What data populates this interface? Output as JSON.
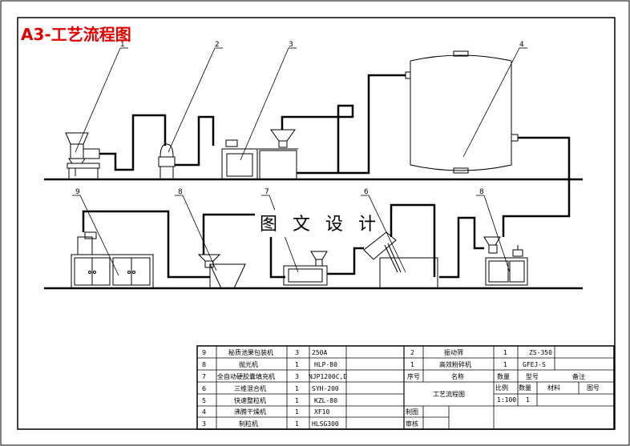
{
  "title": "A3-工艺流程图",
  "watermark": "图 文 设 计",
  "callouts_top": [
    "1",
    "2",
    "3",
    "4"
  ],
  "callouts_bottom": [
    "9",
    "8",
    "7",
    "6",
    "8"
  ],
  "colors": {
    "title": "#e00000",
    "line": "#000000",
    "pipe": "#000000"
  },
  "bom_left": [
    {
      "no": "9",
      "name": "秘质池果包装机",
      "qty": "3",
      "model": "250A"
    },
    {
      "no": "8",
      "name": "抛光机",
      "qty": "1",
      "model": "HLP-80"
    },
    {
      "no": "7",
      "name": "全自动硬胶囊填充机",
      "qty": "3",
      "model": "NJP1200C,D"
    },
    {
      "no": "6",
      "name": "三维混合机",
      "qty": "1",
      "model": "SYH-200"
    },
    {
      "no": "5",
      "name": "快速整粒机",
      "qty": "1",
      "model": "KZL-80"
    },
    {
      "no": "4",
      "name": "沸腾干燥机",
      "qty": "1",
      "model": "XF10"
    },
    {
      "no": "3",
      "name": "制粒机",
      "qty": "1",
      "model": "HLSG300"
    }
  ],
  "bom_right": [
    {
      "no": "2",
      "name": "振动筛",
      "qty": "1",
      "model": "ZS-350"
    },
    {
      "no": "1",
      "name": "高效粉碎机",
      "qty": "1",
      "model": "GFEJ-S"
    }
  ],
  "bom_header": {
    "no": "序号",
    "name": "名称",
    "qty": "数量",
    "model": "型号",
    "remark": "备注"
  },
  "title_block": {
    "drawing_name": "工艺流程图",
    "scale_label": "比例",
    "qty_label": "数量",
    "material_label": "材料",
    "drawing_no_label": "图号",
    "scale_value": "1:100",
    "qty_value": "1",
    "drawn_label": "制图",
    "checked_label": "审核"
  }
}
